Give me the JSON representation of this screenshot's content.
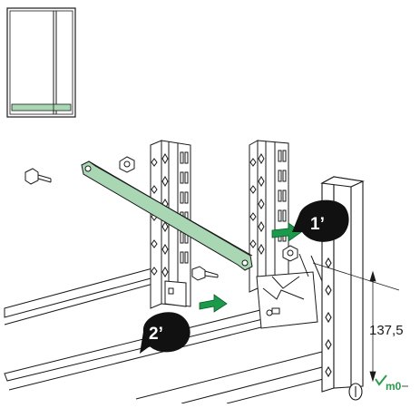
{
  "callouts": {
    "step1": "1’",
    "step2": "2’"
  },
  "dimension": {
    "value": "137,5",
    "mark": "m0"
  },
  "colors": {
    "bracket_green": "#a9d7b4",
    "arrow_green": "#1a9a4a",
    "mark_green": "#2e9b4e",
    "line": "#1a1a1a",
    "callout_fill": "#111111"
  },
  "icons": {
    "cabinet_location": "cabinet-front-outline-icon",
    "screw": "screw-icon",
    "cage_nut": "cage-nut-icon",
    "push_arrow": "push-arrow-icon"
  }
}
